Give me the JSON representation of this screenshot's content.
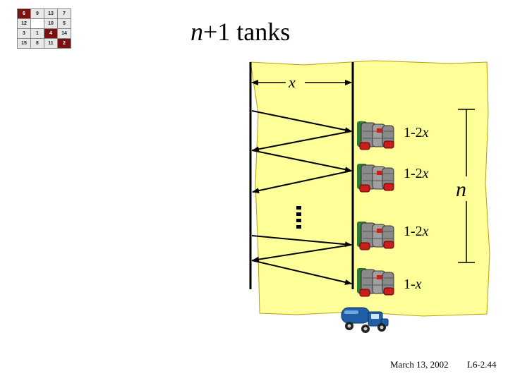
{
  "puzzle_grid": {
    "cells": [
      "6",
      "9",
      "13",
      "7",
      "12",
      "",
      "10",
      "5",
      "3",
      "1",
      "4",
      "14",
      "15",
      "8",
      "11",
      "2"
    ],
    "dark_cells": [
      0,
      10,
      15
    ]
  },
  "title": {
    "var": "n",
    "rest": "+1 tanks"
  },
  "diagram": {
    "distance_label": "x",
    "tank_labels": [
      {
        "num": "1-2",
        "var": "x"
      },
      {
        "num": "1-2",
        "var": "x"
      },
      {
        "num": "1-2",
        "var": "x"
      },
      {
        "num": "1-",
        "var": "x"
      }
    ],
    "count_label": "n"
  },
  "colors": {
    "desert": "#ffff99",
    "tank_body": "#8a8a8a",
    "tank_red": "#c81e1e",
    "truck_blue": "#1f5fa8"
  },
  "icons": [
    "fuel-tanks-icon",
    "tanker-truck-icon"
  ],
  "footer": {
    "date": "March 13, 2002",
    "slide": "L6-2.44"
  }
}
